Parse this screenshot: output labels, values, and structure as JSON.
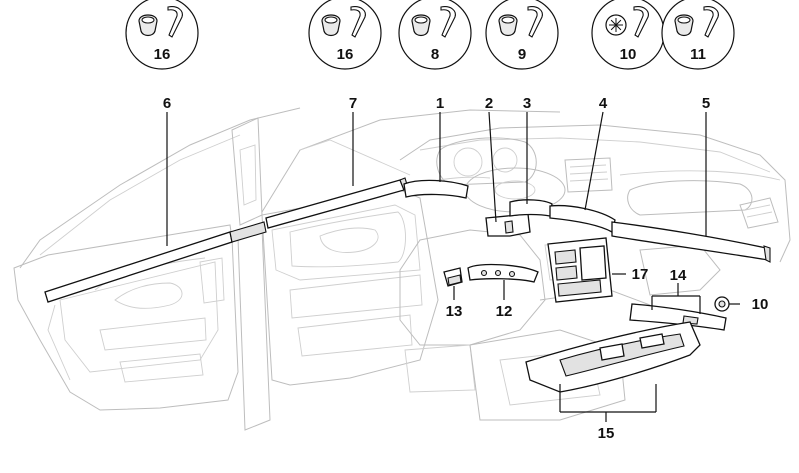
{
  "diagram": {
    "callouts": [
      {
        "id": "c16a",
        "number": "16",
        "part_icon": "clip-icon"
      },
      {
        "id": "c16b",
        "number": "16",
        "part_icon": "clip-icon"
      },
      {
        "id": "c8",
        "number": "8",
        "part_icon": "clip-icon"
      },
      {
        "id": "c9",
        "number": "9",
        "part_icon": "clip-icon"
      },
      {
        "id": "c10",
        "number": "10",
        "part_icon": "expansion-nut-icon"
      },
      {
        "id": "c11",
        "number": "11",
        "part_icon": "clip-icon"
      }
    ],
    "labels": {
      "l6": "6",
      "l7": "7",
      "l1": "1",
      "l2": "2",
      "l3": "3",
      "l4": "4",
      "l5": "5",
      "l17": "17",
      "l14": "14",
      "l10": "10",
      "l13": "13",
      "l12": "12",
      "l15": "15"
    }
  }
}
